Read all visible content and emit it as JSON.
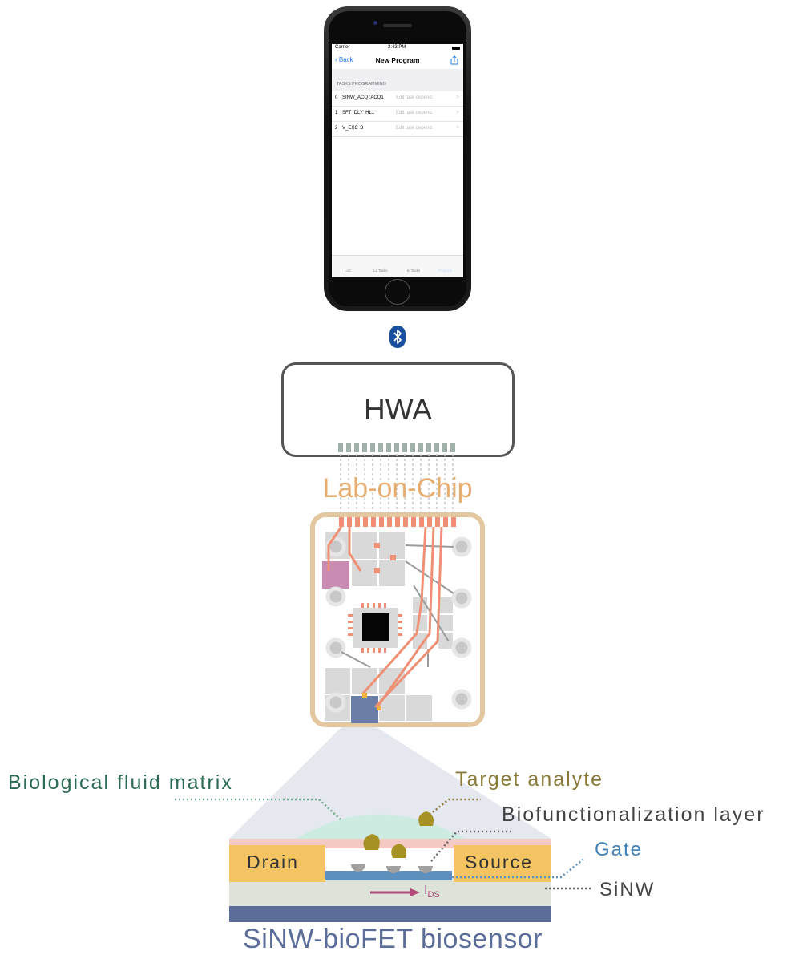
{
  "phone": {
    "status": {
      "carrier": "Carrier",
      "time": "2:43 PM"
    },
    "nav": {
      "back": "Back",
      "title": "New Program"
    },
    "section_header": "TASKS PROGRAMMING",
    "rows": [
      {
        "index": "0",
        "name": "SINW_ACQ :ACQ1",
        "hint": "Edit task depend.",
        "chevron": ">"
      },
      {
        "index": "1",
        "name": "SFT_DLY :HL1",
        "hint": "Edit task depend.",
        "chevron": ">"
      },
      {
        "index": "2",
        "name": "V_EXC :3",
        "hint": "Edit task depend.",
        "chevron": ">"
      }
    ],
    "tabs": [
      "LoC",
      "LL Tasks",
      "HL Tasks",
      "Program"
    ]
  },
  "hwa": {
    "label": "HWA"
  },
  "lab_on_chip": {
    "label": "Lab-on-Chip"
  },
  "biofet": {
    "drain": "Drain",
    "source": "Source",
    "current": "I",
    "current_sub": "DS",
    "labels": {
      "fluid": "Biological fluid matrix",
      "analyte": "Target analyte",
      "biofunc": "Biofunctionalization layer",
      "gate": "Gate",
      "sinw": "SiNW"
    },
    "title": "SiNW-bioFET biosensor"
  },
  "colors": {
    "chip_border": "#e2c79f",
    "trace": "#ef8f73",
    "pad": "#d9d9d9",
    "electrode": "#f4c463",
    "substrate": "#5b6d98",
    "fluid": "#cdebe1",
    "analyte": "#a69224"
  }
}
